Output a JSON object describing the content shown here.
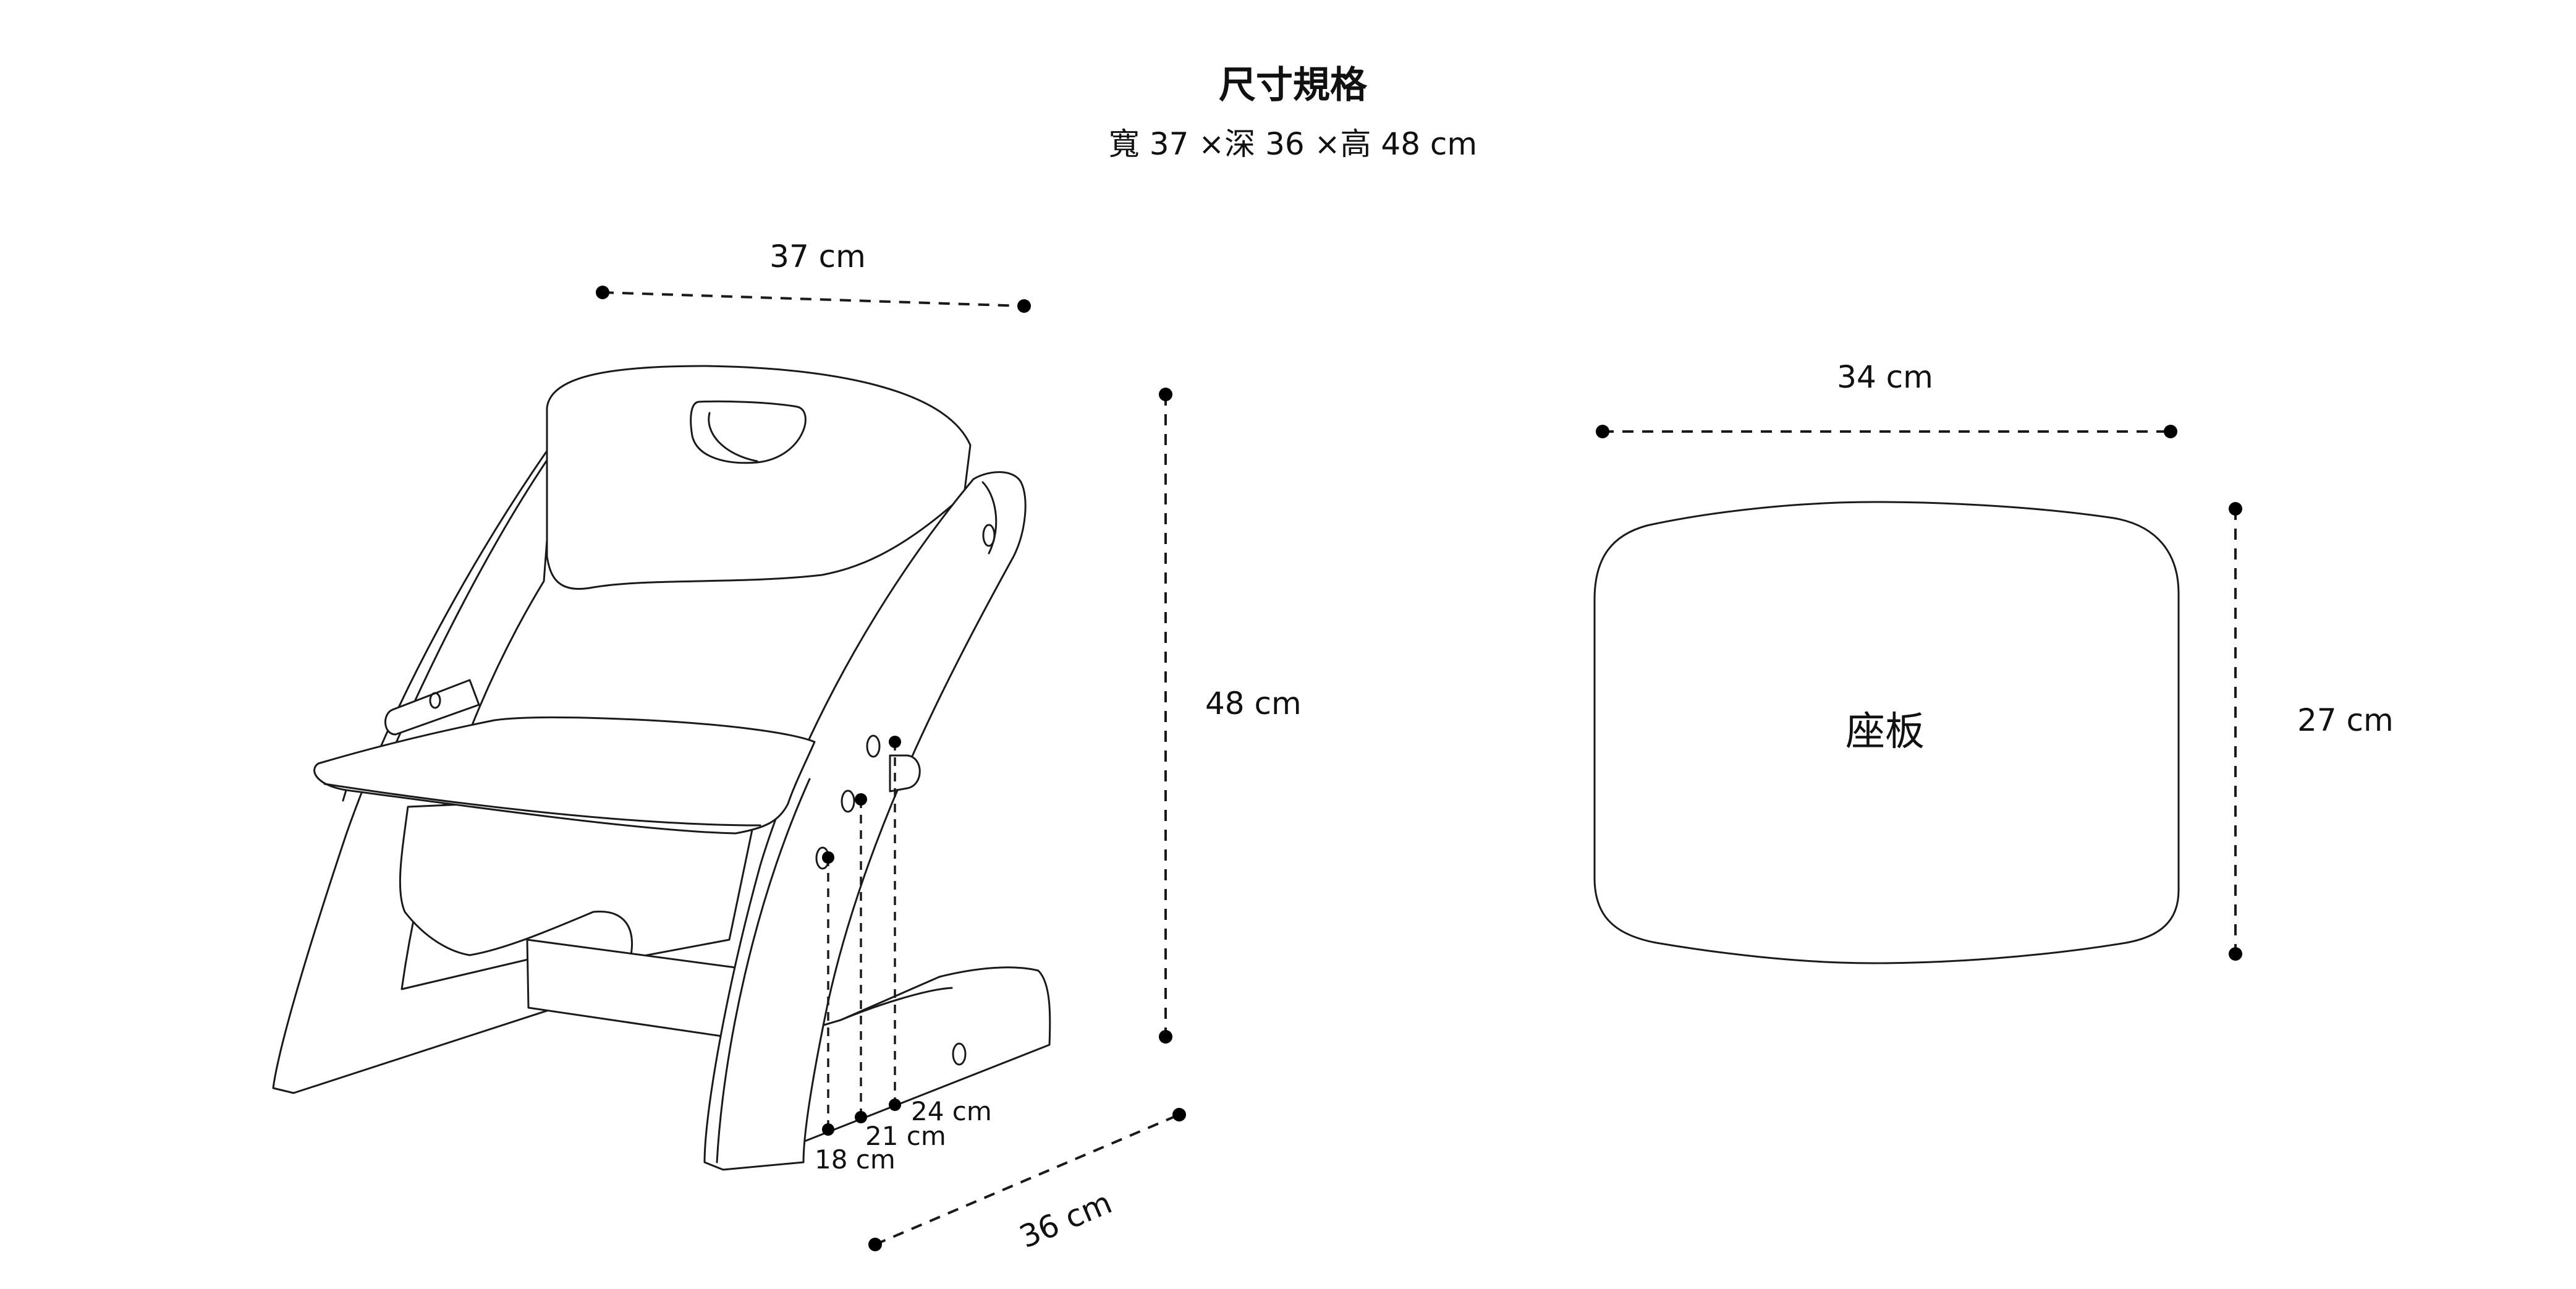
{
  "header": {
    "title": "尺寸規格",
    "subtitle": "寬 37 ×深 36 ×高 48 cm"
  },
  "chair": {
    "width_label": "37 cm",
    "height_label": "48 cm",
    "depth_label": "36 cm",
    "seat_positions": [
      "24 cm",
      "21 cm",
      "18 cm"
    ]
  },
  "seat_board": {
    "name": "座板",
    "width_label": "34 cm",
    "depth_label": "27 cm"
  },
  "colors": {
    "line": "#1a1a1a",
    "background": "#ffffff"
  }
}
